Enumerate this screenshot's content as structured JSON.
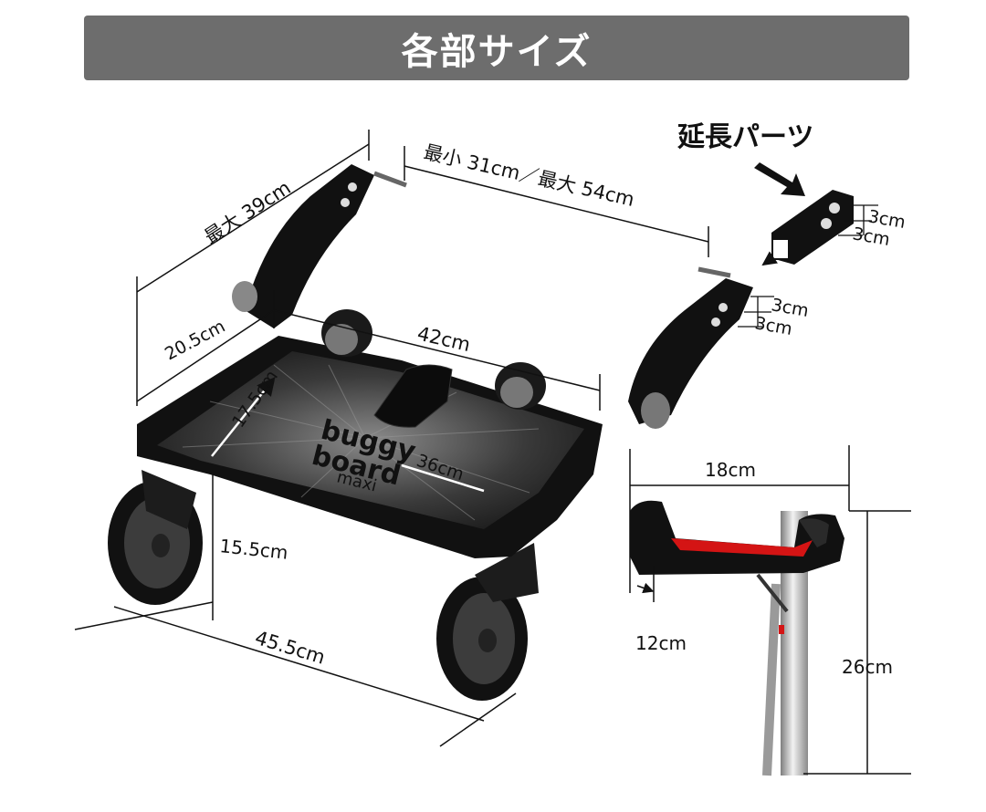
{
  "header": {
    "title": "各部サイズ"
  },
  "callout": {
    "extension_label": "延長パーツ"
  },
  "dimensions": {
    "top_span": "最小 31cm／最大 54cm",
    "handle_length": "最大 39cm",
    "handle_height": "20.5cm",
    "board_width_inner": "42cm",
    "board_depth": "17.5cm",
    "board_length": "36cm",
    "wheel_height": "15.5cm",
    "base_width": "45.5cm",
    "ext_spacing_a": "3cm",
    "ext_spacing_b": "3cm",
    "clamp_spacing_a": "3cm",
    "clamp_spacing_b": "3cm",
    "seat_width": "18cm",
    "seat_depth": "12cm",
    "seat_height": "26cm"
  },
  "board_logo": {
    "line1": "buggy",
    "line2": "board",
    "line3": "maxi"
  },
  "colors": {
    "header": "#6d6d6d",
    "board": "#111111",
    "seat_pad": "#d41414",
    "pole": "#b8b8b8"
  }
}
